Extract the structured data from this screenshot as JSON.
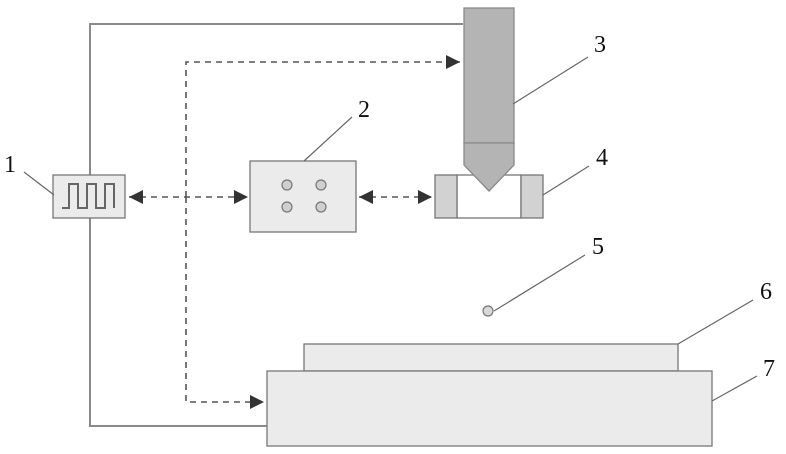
{
  "labels": {
    "l1": "1",
    "l2": "2",
    "l3": "3",
    "l4": "4",
    "l5": "5",
    "l6": "6",
    "l7": "7"
  },
  "colors": {
    "line": "#8a8a8a",
    "dash": "#555555",
    "block_fill": "#ebebeb",
    "block_stroke": "#777777",
    "tool_fill": "#b4b4b4",
    "tool_stroke": "#8a8a8a",
    "arrow": "#333333"
  }
}
